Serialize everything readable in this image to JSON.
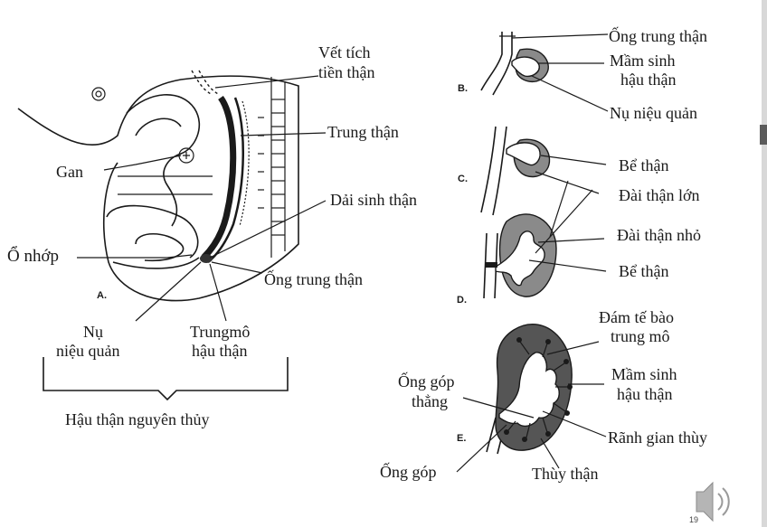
{
  "panel_letters": {
    "a": "A.",
    "b": "B.",
    "c": "C.",
    "d": "D.",
    "e": "E."
  },
  "labels": {
    "vet_tich_1": "Vết tích",
    "vet_tich_2": "tiền thận",
    "trung_than": "Trung thận",
    "gan": "Gan",
    "dai_sinh_than": "Dải sinh thận",
    "o_nhop": "Ổ nhớp",
    "ong_trung_than_a": "Ống trung thận",
    "nu_nieu_quan_1": "Nụ",
    "nu_nieu_quan_2": "niệu quản",
    "trung_mo_1": "Trungmô",
    "trung_mo_2": "hậu thận",
    "hau_than_nguyen_thuy": "Hậu thận nguyên thủy",
    "ong_trung_than_b": "Ống trung thận",
    "mam_sinh_1": "Mầm sinh",
    "mam_sinh_2": "hậu thận",
    "nu_nieu_quan_b": "Nụ niệu quản",
    "be_than_c": "Bể thận",
    "dai_than_lon": "Đài thận lớn",
    "dai_than_nho": "Đài thận nhỏ",
    "be_than_d": "Bể thận",
    "dam_te_bao_1": "Đám tế bào",
    "dam_te_bao_2": "trung mô",
    "mam_sinh_e_1": "Mầm sinh",
    "mam_sinh_e_2": "hậu thận",
    "ong_gop_thang_1": "Ống góp",
    "ong_gop_thang_2": "thẳng",
    "ranh_gian_thuy": "Rãnh gian thùy",
    "ong_gop": "Ống góp",
    "thuy_than": "Thùy thận"
  },
  "slide_number": "19",
  "icons": {
    "audio": "speaker-icon"
  }
}
